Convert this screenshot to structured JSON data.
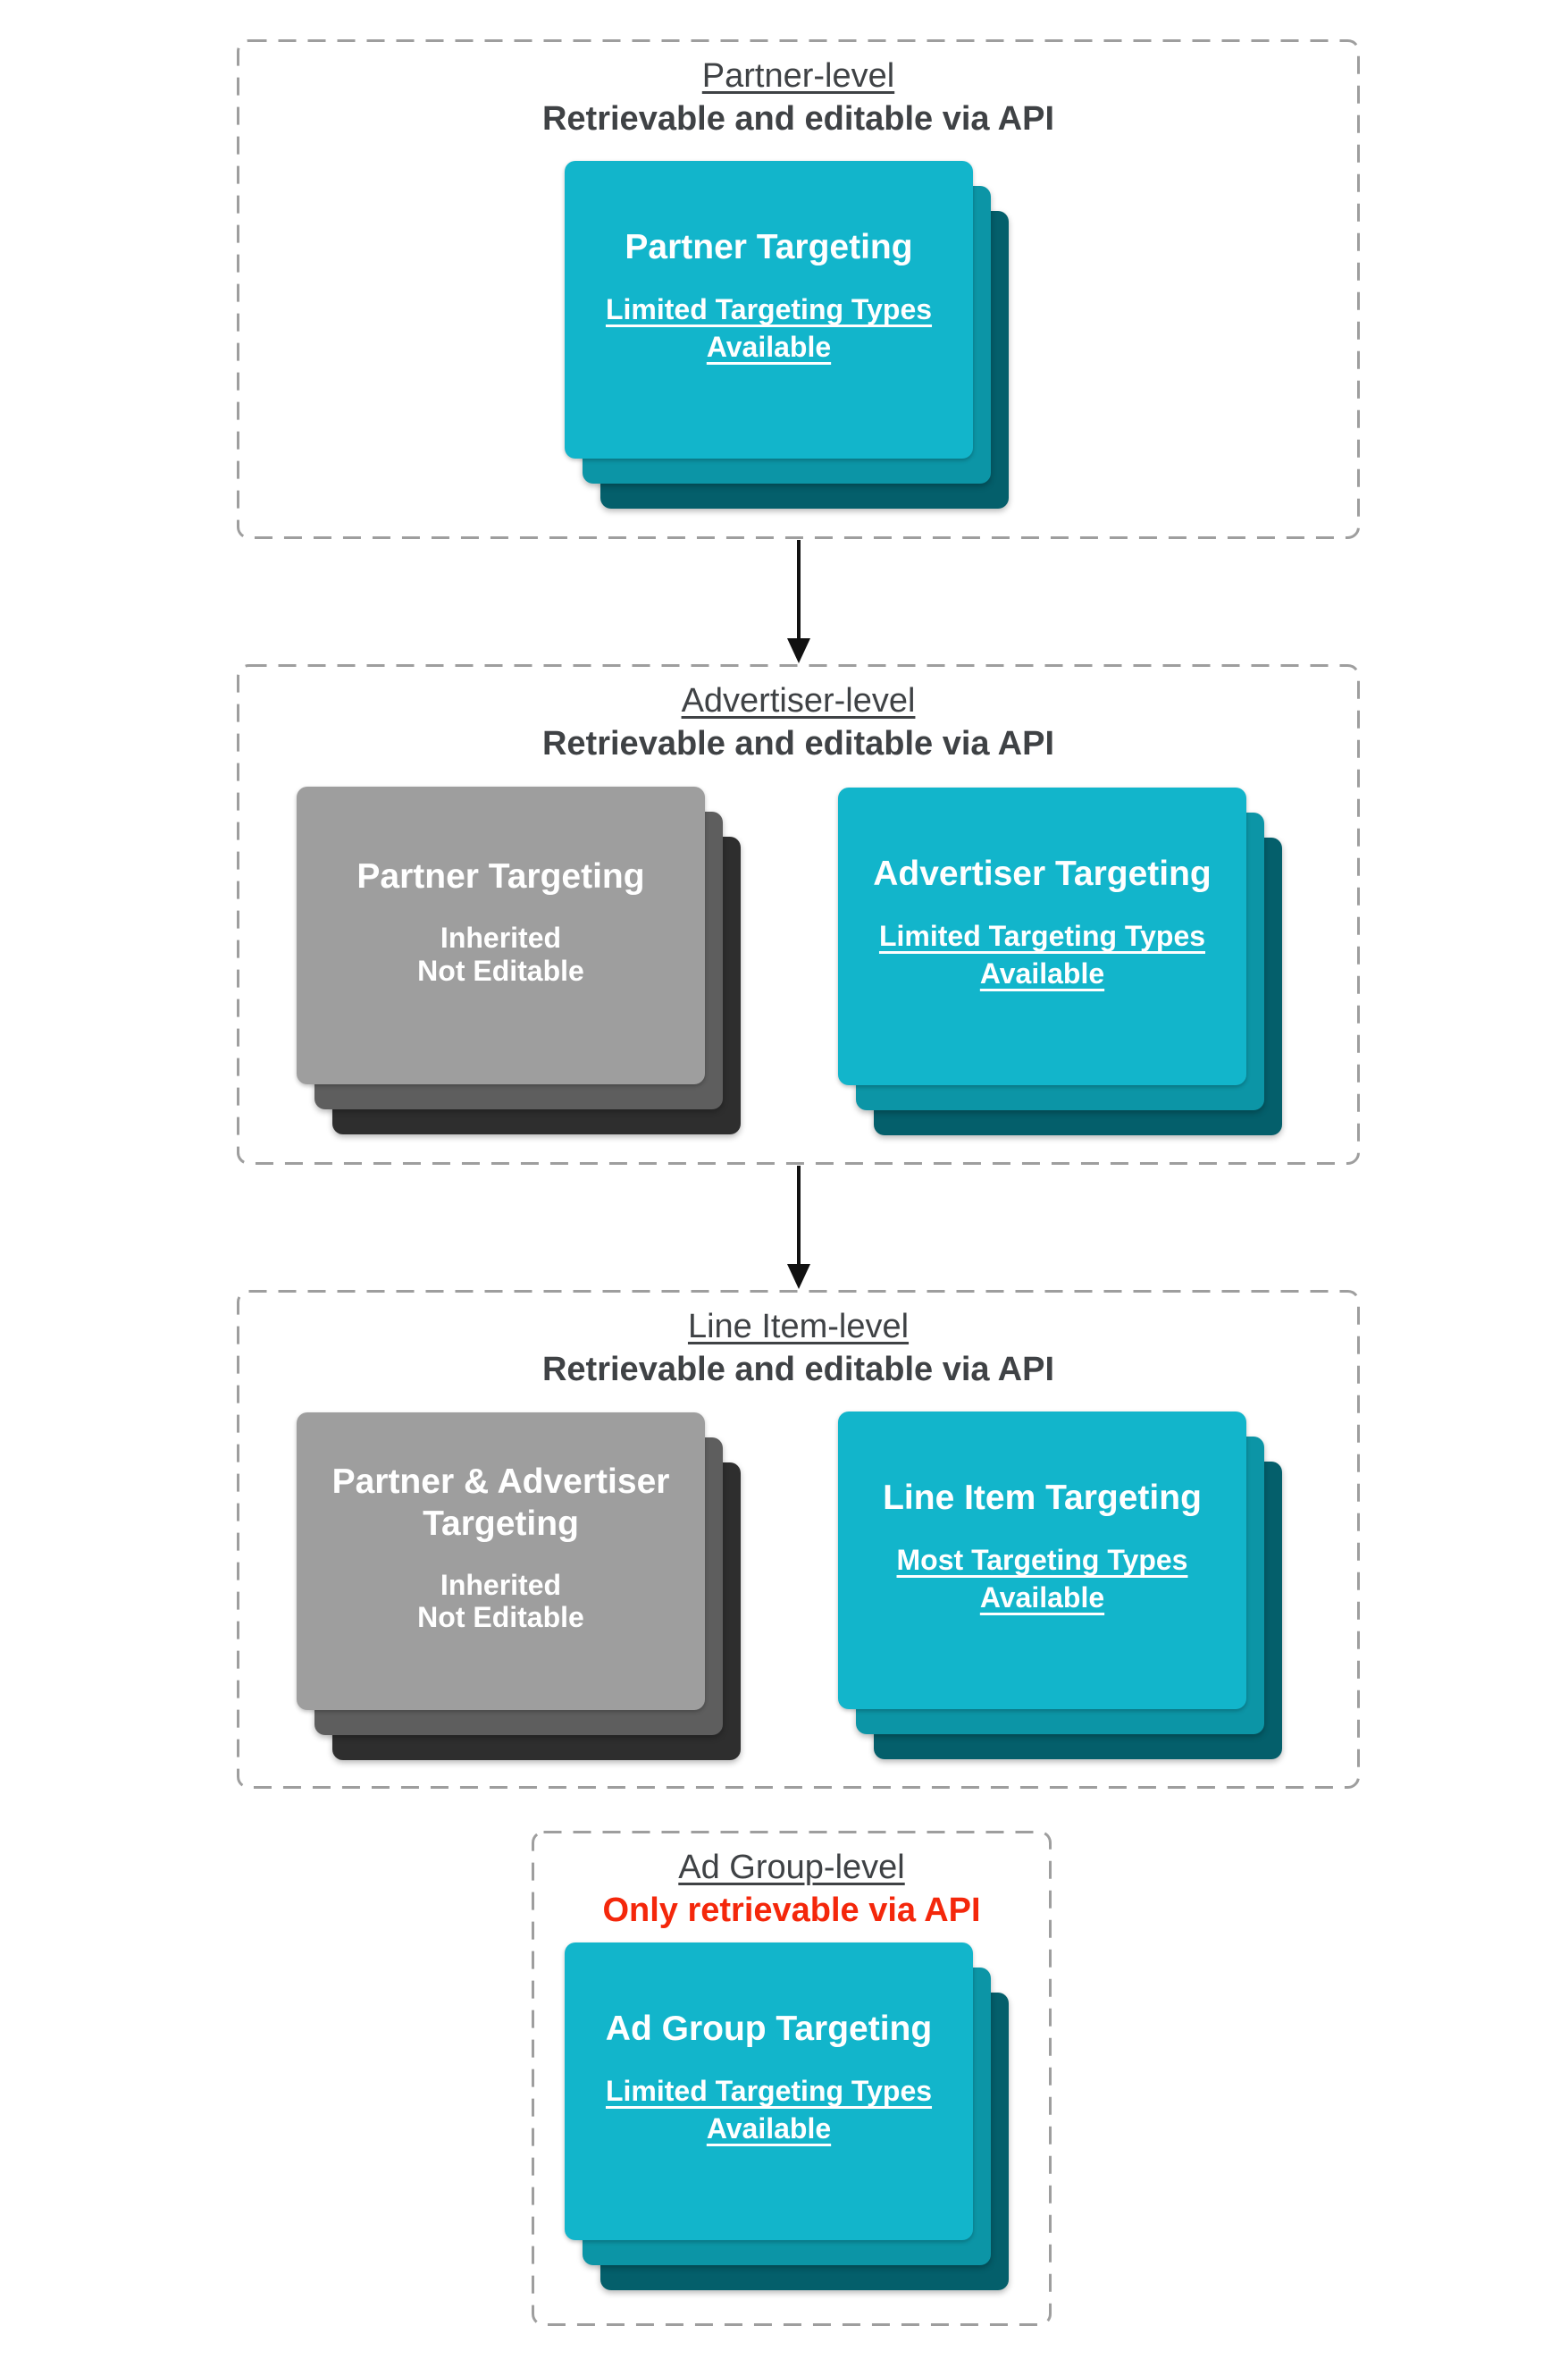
{
  "palette": {
    "cyan_card": "#12b5cb",
    "cyan_card_mid": "#0c95a6",
    "cyan_card_dark": "#045f6b",
    "gray_card": "#9e9e9e",
    "gray_card_mid": "#5e5e5e",
    "gray_card_dark": "#2e2e2e",
    "heading_text": "#3f4245",
    "alert_text": "#f4270b",
    "card_text": "#ffffff",
    "dashed_border": "#9e9e9e",
    "arrow": "#111111"
  },
  "sections": [
    {
      "title": "Partner-level",
      "subtitle": "Retrievable and editable via API",
      "cards": [
        {
          "style": "cyan",
          "title": "Partner Targeting",
          "subtitle_lines": [
            "Limited Targeting Types",
            "Available"
          ],
          "subtitle_underlined": true
        }
      ]
    },
    {
      "title": "Advertiser-level",
      "subtitle": "Retrievable and editable via API",
      "cards": [
        {
          "style": "gray",
          "title": "Partner Targeting",
          "subtitle_lines": [
            "Inherited",
            "Not Editable"
          ],
          "subtitle_underlined": false
        },
        {
          "style": "cyan",
          "title": "Advertiser Targeting",
          "subtitle_lines": [
            "Limited Targeting Types",
            "Available"
          ],
          "subtitle_underlined": true
        }
      ]
    },
    {
      "title": "Line Item-level",
      "subtitle": "Retrievable and editable via API",
      "cards": [
        {
          "style": "gray",
          "title": "Partner & Advertiser Targeting",
          "subtitle_lines": [
            "Inherited",
            "Not Editable"
          ],
          "subtitle_underlined": false
        },
        {
          "style": "cyan",
          "title": "Line Item Targeting",
          "subtitle_lines": [
            "Most Targeting Types",
            "Available"
          ],
          "subtitle_underlined": true
        }
      ]
    },
    {
      "title": "Ad Group-level",
      "subtitle": "Only retrievable via API",
      "subtitle_alert": true,
      "cards": [
        {
          "style": "cyan",
          "title": "Ad Group Targeting",
          "subtitle_lines": [
            "Limited Targeting Types",
            "Available"
          ],
          "subtitle_underlined": true
        }
      ]
    }
  ]
}
